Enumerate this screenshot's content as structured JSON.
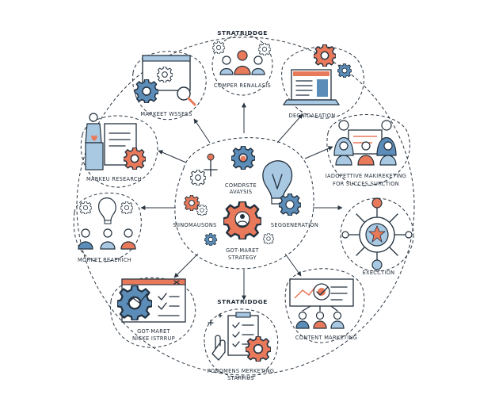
{
  "colors": {
    "ink": "#23303d",
    "orange": "#e8795a",
    "blue": "#5b8db8",
    "light_blue": "#a9c8e2",
    "cream": "#f5ecd9"
  },
  "center": {
    "label_analysis": [
      "COMDRSTE",
      "AVAYSIS"
    ],
    "label_strategy": [
      "GOT-MARET",
      "STRATEGY"
    ],
    "label_left": "SIINOMAUSONS",
    "label_right": "SEGGENERATION"
  },
  "nodes": {
    "top_title": "STRATRIDDGE",
    "top_label": "COMPER RENALASIS",
    "top_right_label": "DEGNIDAEATION",
    "top_left_label": "MARKEET WSSESS",
    "right_upper_label": [
      "IADOPETTIVE MAKIREKETING",
      "FOR SUCCES SURCTION"
    ],
    "left_upper_label": "MARKEU RESEARCH",
    "left_lower_label": "MORKET REAERICH",
    "right_lower_label": "EXECCTION",
    "bottom_left_label": [
      "GOT-MARET",
      "NICKE ISTRRUP"
    ],
    "bottom_right_label": "CONTENT MARKETING",
    "bottom_title": "STRATRIDDGE",
    "bottom_label": [
      "PONOMENS MERKETING",
      "STARTIUS"
    ]
  },
  "icons": [
    "team-icon",
    "browser-gears-icon",
    "laptop-dashboard-icon",
    "presenter-icon",
    "presentation-team-icon",
    "lightbulb-people-icon",
    "target-network-icon",
    "chart-gear-icon",
    "content-screen-icon",
    "checklist-gear-icon",
    "lightbulb-icon",
    "gear-icon",
    "target-icon",
    "person-gear-icon"
  ]
}
